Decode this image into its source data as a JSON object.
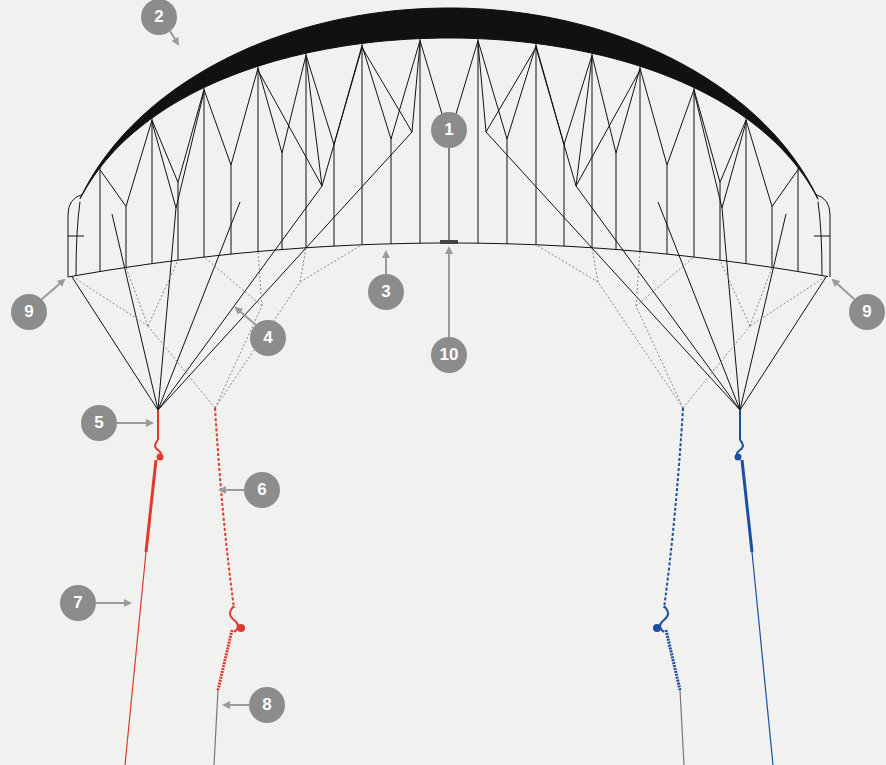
{
  "diagram": {
    "labels": [
      "2",
      "1",
      "9",
      "3",
      "4",
      "9",
      "10",
      "5",
      "6",
      "7",
      "8"
    ]
  }
}
